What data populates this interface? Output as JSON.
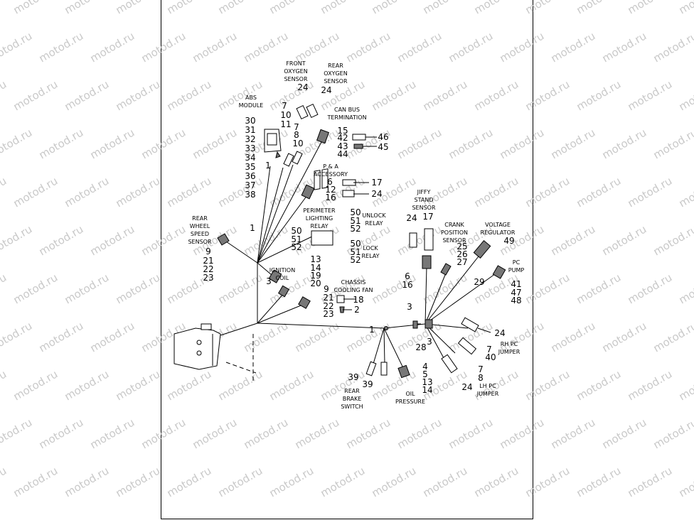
{
  "watermark": "motod.ru",
  "labels": {
    "front_oxygen_sensor": [
      "FRONT",
      "OXYGEN",
      "SENSOR"
    ],
    "rear_oxygen_sensor": [
      "REAR",
      "OXYGEN",
      "SENSOR"
    ],
    "abs_module": [
      "ABS",
      "MODULE"
    ],
    "can_bus_termination": [
      "CAN BUS",
      "TERMINATION"
    ],
    "pa_accessory": [
      "P & A",
      "ACCESSORY"
    ],
    "perimeter_lighting_relay": [
      "PERIMETER",
      "LIGHTING",
      "RELAY"
    ],
    "unlock_relay": [
      "UNLOCK",
      "RELAY"
    ],
    "lock_relay": [
      "LOCK",
      "RELAY"
    ],
    "rear_wheel_speed_sensor": [
      "REAR",
      "WHEEL",
      "SPEED",
      "SENSOR"
    ],
    "ignition_coil": [
      "IGNITION",
      "COIL"
    ],
    "chassis_cooling_fan": [
      "CHASSIS",
      "COOLING FAN"
    ],
    "jiffy_stand_sensor": [
      "JIFFY",
      "STAND",
      "SENSOR"
    ],
    "crank_position_sensor": [
      "CRANK",
      "POSITION",
      "SENSOR"
    ],
    "voltage_regulator": [
      "VOLTAGE",
      "REGULATOR"
    ],
    "pc_pump": [
      "PC",
      "PUMP"
    ],
    "rh_pc_jumper": [
      "RH PC",
      "JUMPER"
    ],
    "lh_pc_jumper": [
      "LH PC",
      "JUMPER"
    ],
    "rear_brake_switch": [
      "REAR",
      "BRAKE",
      "SWITCH"
    ],
    "oil_pressure": [
      "OIL",
      "PRESSURE"
    ]
  },
  "numbers": {
    "front_o2": "24",
    "rear_o2": "24",
    "abs_stack": [
      "30",
      "31",
      "32",
      "33",
      "34",
      "35",
      "36",
      "37",
      "38"
    ],
    "abs_1": "1",
    "col_a": [
      "7",
      "10",
      "11"
    ],
    "col_b": [
      "7",
      "8",
      "10"
    ],
    "can_left": [
      "15",
      "42",
      "43",
      "44"
    ],
    "can_46": "46",
    "can_45": "45",
    "pa_6": "6",
    "pa_12": "12",
    "pa_16": "16",
    "pa_17": "17",
    "pa_24": "24",
    "relay_50": [
      "50",
      "51",
      "52"
    ],
    "unlock_50": [
      "50",
      "51",
      "52"
    ],
    "lock_50": [
      "50",
      "51",
      "52"
    ],
    "wire_1a": "1",
    "rwss": [
      "9",
      "21",
      "22",
      "23"
    ],
    "mid_stack": [
      "13",
      "14",
      "19",
      "20"
    ],
    "ign_3": "3",
    "fan_9": "9",
    "fan_21": [
      "21",
      "22",
      "23"
    ],
    "fan_18": "18",
    "fan_2": "2",
    "jiffy_24": "24",
    "jiffy_17": "17",
    "crank": [
      "25",
      "26",
      "27"
    ],
    "vr_49": "49",
    "j_6_16": [
      "6",
      "16"
    ],
    "pump_29": "29",
    "pump": [
      "41",
      "47",
      "48"
    ],
    "hub_3a": "3",
    "hub_3b": "3",
    "rh_24": "24",
    "rh_7_40": [
      "7",
      "40"
    ],
    "lh_7_8": [
      "7",
      "8"
    ],
    "lh_24": "24",
    "n_28": "28",
    "n_1b": "1",
    "oil": [
      "4",
      "5",
      "13",
      "14"
    ],
    "brake_39a": "39",
    "brake_39b": "39"
  }
}
